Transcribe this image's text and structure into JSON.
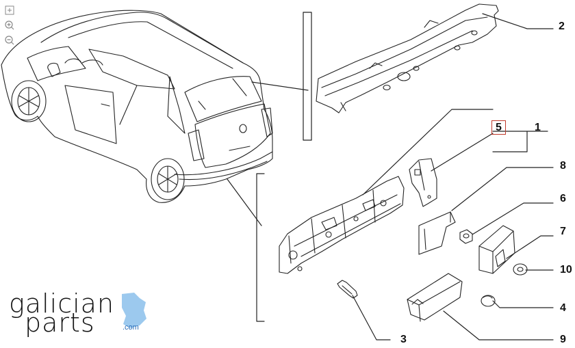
{
  "toolbar": {
    "buttons": [
      {
        "name": "fit-screen-icon"
      },
      {
        "name": "zoom-in-icon"
      },
      {
        "name": "zoom-out-icon"
      }
    ]
  },
  "callouts": [
    {
      "label": "1"
    },
    {
      "label": "2"
    },
    {
      "label": "3"
    },
    {
      "label": "4"
    },
    {
      "label": "5"
    },
    {
      "label": "6"
    },
    {
      "label": "7"
    },
    {
      "label": "8"
    },
    {
      "label": "9"
    },
    {
      "label": "10"
    }
  ],
  "logo": {
    "line1": "galician",
    "line2": "parts",
    "domain": ".com"
  },
  "colors": {
    "line": "#222222",
    "highlight_box": "#c0392b",
    "logo_accent": "#9cc9ee"
  }
}
